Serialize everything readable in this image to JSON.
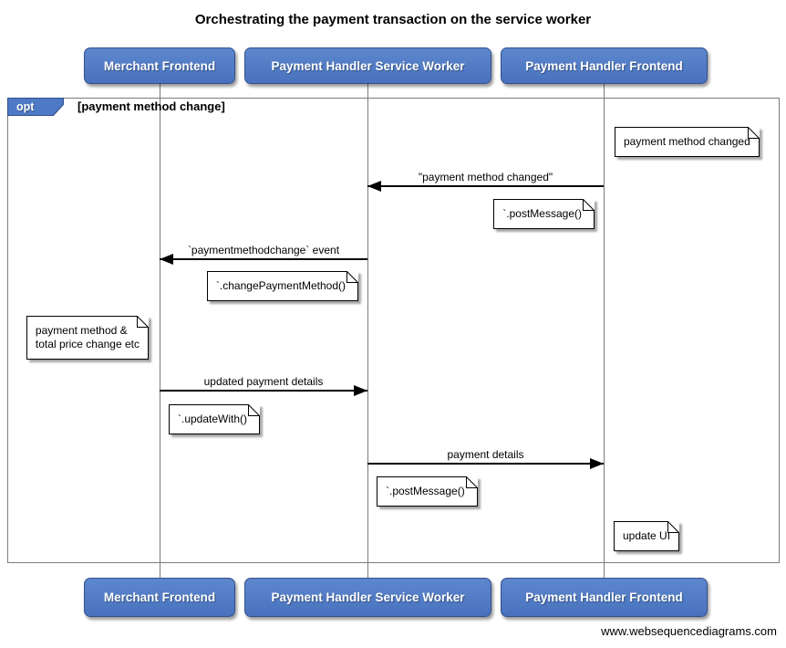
{
  "title": "Orchestrating the payment transaction on the service worker",
  "watermark": "www.websequencediagrams.com",
  "frame": {
    "operator": "opt",
    "guard": "[payment method change]"
  },
  "actors": [
    {
      "label": "Merchant Frontend"
    },
    {
      "label": "Payment Handler Service Worker"
    },
    {
      "label": "Payment Handler Frontend"
    }
  ],
  "messages": [
    {
      "label": "\"payment method changed\"",
      "from": "Payment Handler Frontend",
      "to": "Payment Handler Service Worker"
    },
    {
      "label": "`paymentmethodchange` event",
      "from": "Payment Handler Service Worker",
      "to": "Merchant Frontend"
    },
    {
      "label": "updated payment details",
      "from": "Merchant Frontend",
      "to": "Payment Handler Service Worker"
    },
    {
      "label": "payment details",
      "from": "Payment Handler Service Worker",
      "to": "Payment Handler Frontend"
    }
  ],
  "notes": [
    {
      "text": "payment method changed",
      "position": "right of Payment Handler Frontend"
    },
    {
      "text": "`.postMessage()`",
      "position": "left of Payment Handler Frontend"
    },
    {
      "text": "`.changePaymentMethod()`",
      "position": "left of Payment Handler Service Worker"
    },
    {
      "text": "payment method &\ntotal price change etc",
      "position": "left of Merchant Frontend"
    },
    {
      "text": "`.updateWith()`",
      "position": "right of Merchant Frontend"
    },
    {
      "text": "`.postMessage()`",
      "position": "right of Payment Handler Service Worker"
    },
    {
      "text": "update UI",
      "position": "right of Payment Handler Frontend"
    }
  ],
  "colors": {
    "actor_fill": "#4e79c4",
    "actor_border": "#33508c",
    "frame_border": "#7b7b7b",
    "lifeline": "#7b7b7b",
    "arrow": "#000000",
    "note_background": "#ffffff",
    "note_border": "#000000",
    "background": "#ffffff"
  }
}
